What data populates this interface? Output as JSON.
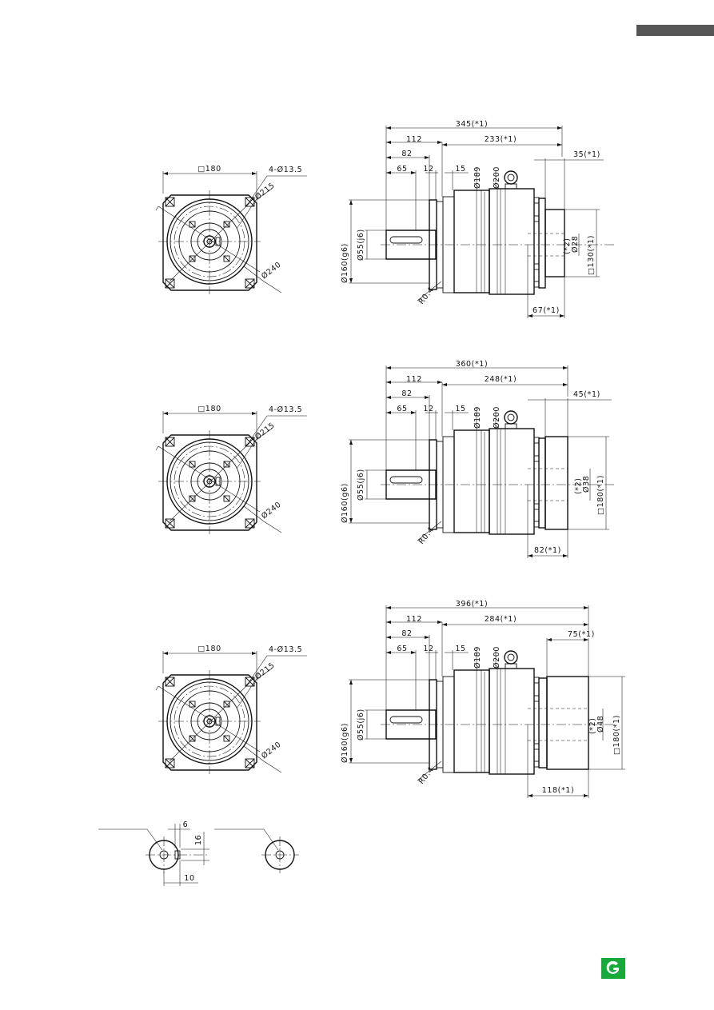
{
  "header": {
    "tab_color": "#555555"
  },
  "logo": {
    "letter": "G",
    "color": "#18a93b"
  },
  "front_view": {
    "square": "□180",
    "holes": "4-Ø13.5",
    "pcd": "Ø215",
    "outer": "Ø240"
  },
  "side_views": [
    {
      "overall": "345(*1)",
      "shaft_len": "112",
      "body_len": "233(*1)",
      "adapter_len": "35(*1)",
      "d82": "82",
      "d65": "65",
      "d12": "12",
      "d15": "15",
      "dia189": "Ø189",
      "dia200": "Ø200",
      "spigot": "Ø160(g6)",
      "shaft_dia": "Ø55(j6)",
      "radius": "R0.4",
      "motor_note": "(*2)",
      "motor_bore": "Ø28",
      "motor_sq": "□130(*1)",
      "motor_len": "67(*1)"
    },
    {
      "overall": "360(*1)",
      "shaft_len": "112",
      "body_len": "248(*1)",
      "adapter_len": "45(*1)",
      "d82": "82",
      "d65": "65",
      "d12": "12",
      "d15": "15",
      "dia189": "Ø189",
      "dia200": "Ø200",
      "spigot": "Ø160(g6)",
      "shaft_dia": "Ø55(j6)",
      "radius": "R0.4",
      "motor_note": "(*2)",
      "motor_bore": "Ø38",
      "motor_sq": "□180(*1)",
      "motor_len": "82(*1)"
    },
    {
      "overall": "396(*1)",
      "shaft_len": "112",
      "body_len": "284(*1)",
      "adapter_len": "75(*1)",
      "d82": "82",
      "d65": "65",
      "d12": "12",
      "d15": "15",
      "dia189": "Ø189",
      "dia200": "Ø200",
      "spigot": "Ø160(g6)",
      "shaft_dia": "Ø55(j6)",
      "radius": "R0.4",
      "motor_note": "(*2)",
      "motor_bore": "Ø48",
      "motor_sq": "□180(*1)",
      "motor_len": "118(*1)"
    }
  ],
  "shaft_detail": {
    "key_width": "6",
    "key_height": "16",
    "key_len": "10"
  }
}
